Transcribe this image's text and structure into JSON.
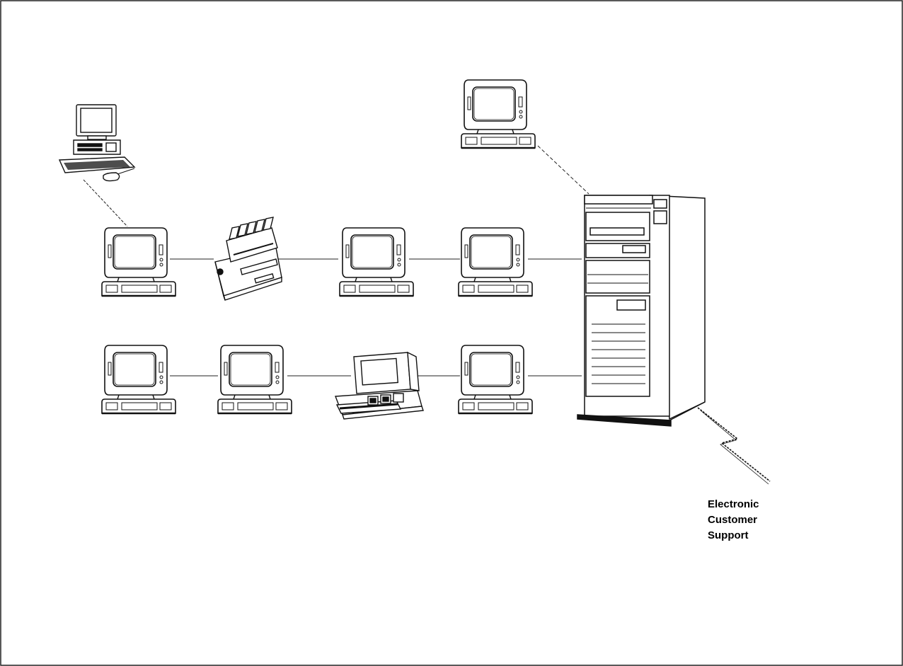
{
  "diagram": {
    "label": {
      "line1": "Electronic",
      "line2": "Customer",
      "line3": "Support"
    },
    "colors": {
      "stroke": "#111111",
      "background": "#ffffff",
      "frame": "#222222"
    },
    "icons": [
      "pc-workstation-icon",
      "terminal-icon",
      "dot-matrix-printer-icon",
      "desktop-terminal-icon",
      "server-tower-icon",
      "lightning-link-icon"
    ]
  }
}
